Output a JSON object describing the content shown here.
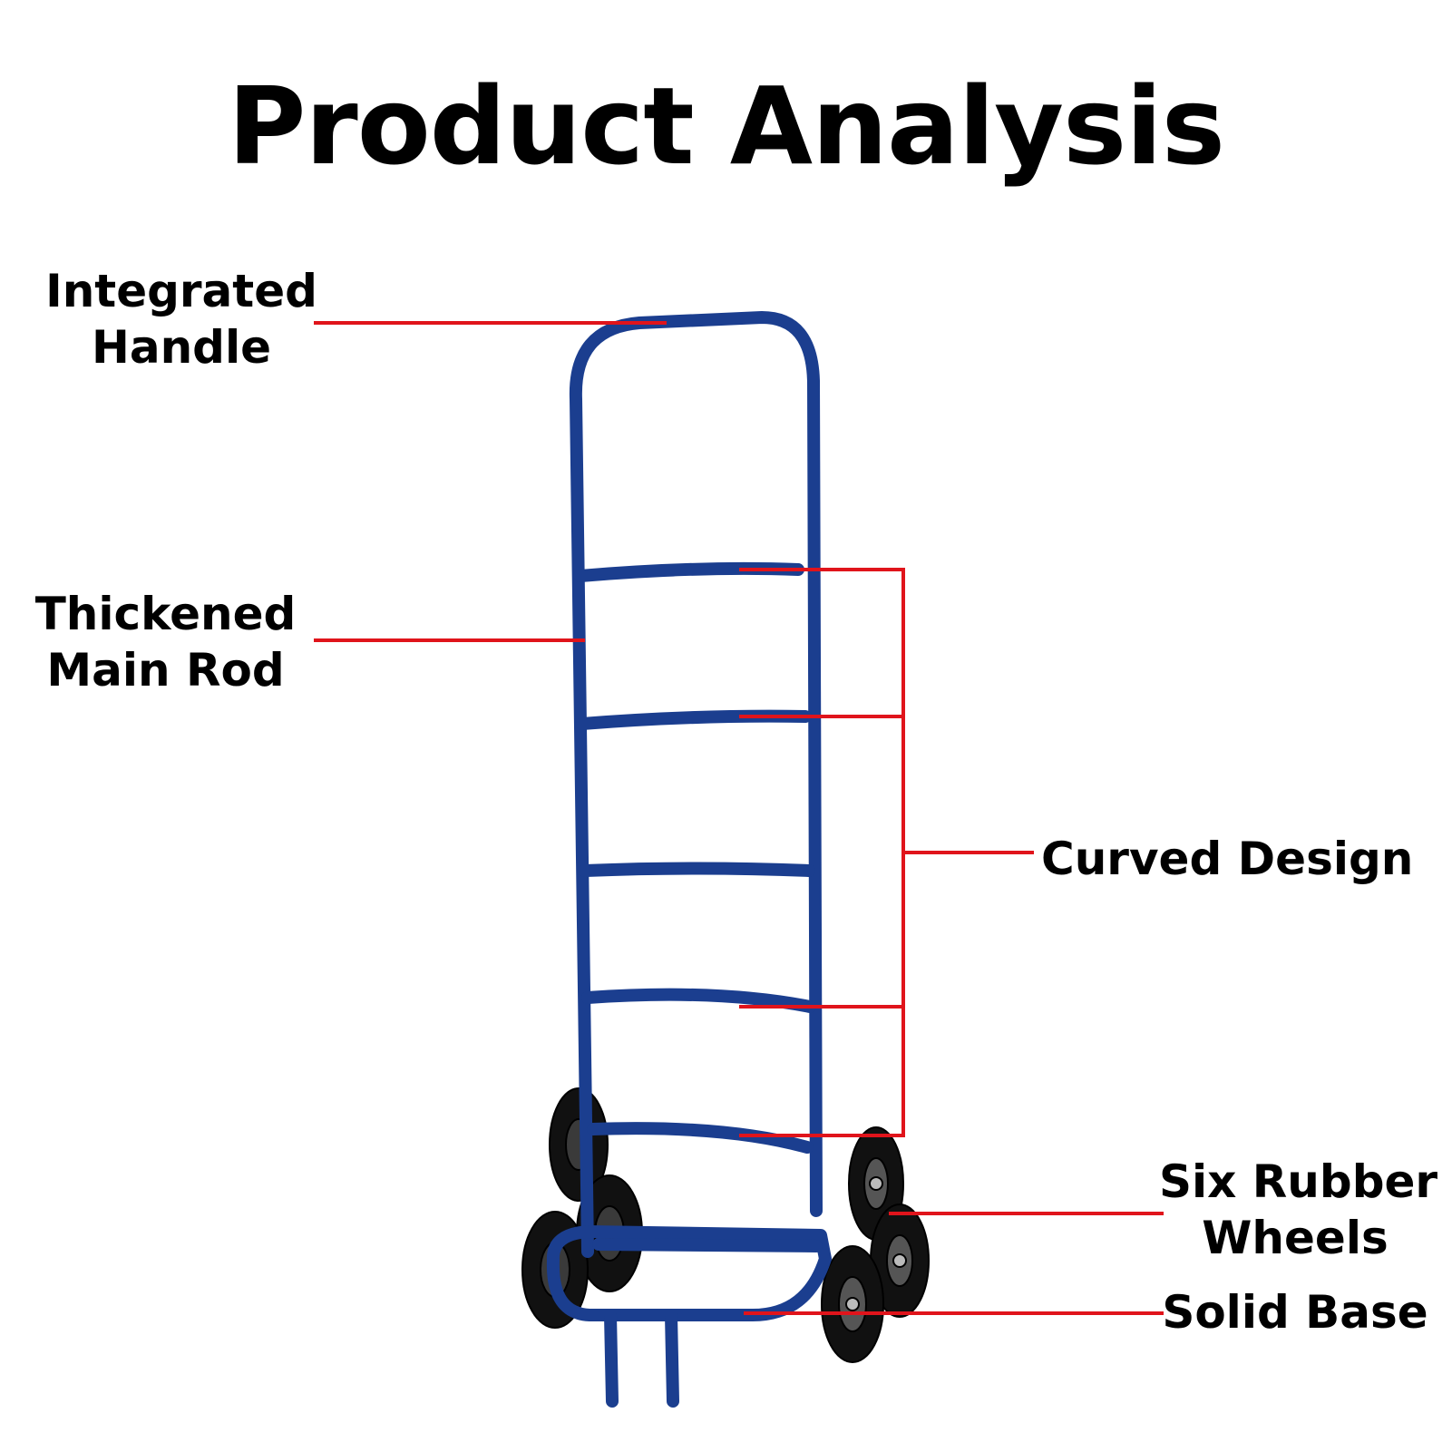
{
  "title": "Product Analysis",
  "labels": {
    "handle": [
      "Integrated",
      "Handle"
    ],
    "rod": [
      "Thickened",
      "Main Rod"
    ],
    "curved": "Curved Design",
    "wheels": [
      "Six Rubber",
      "Wheels"
    ],
    "base": "Solid Base"
  },
  "colors": {
    "frame": "#1b3e8f",
    "leader": "#e0141b",
    "wheel": "#111111",
    "text": "#000000"
  }
}
